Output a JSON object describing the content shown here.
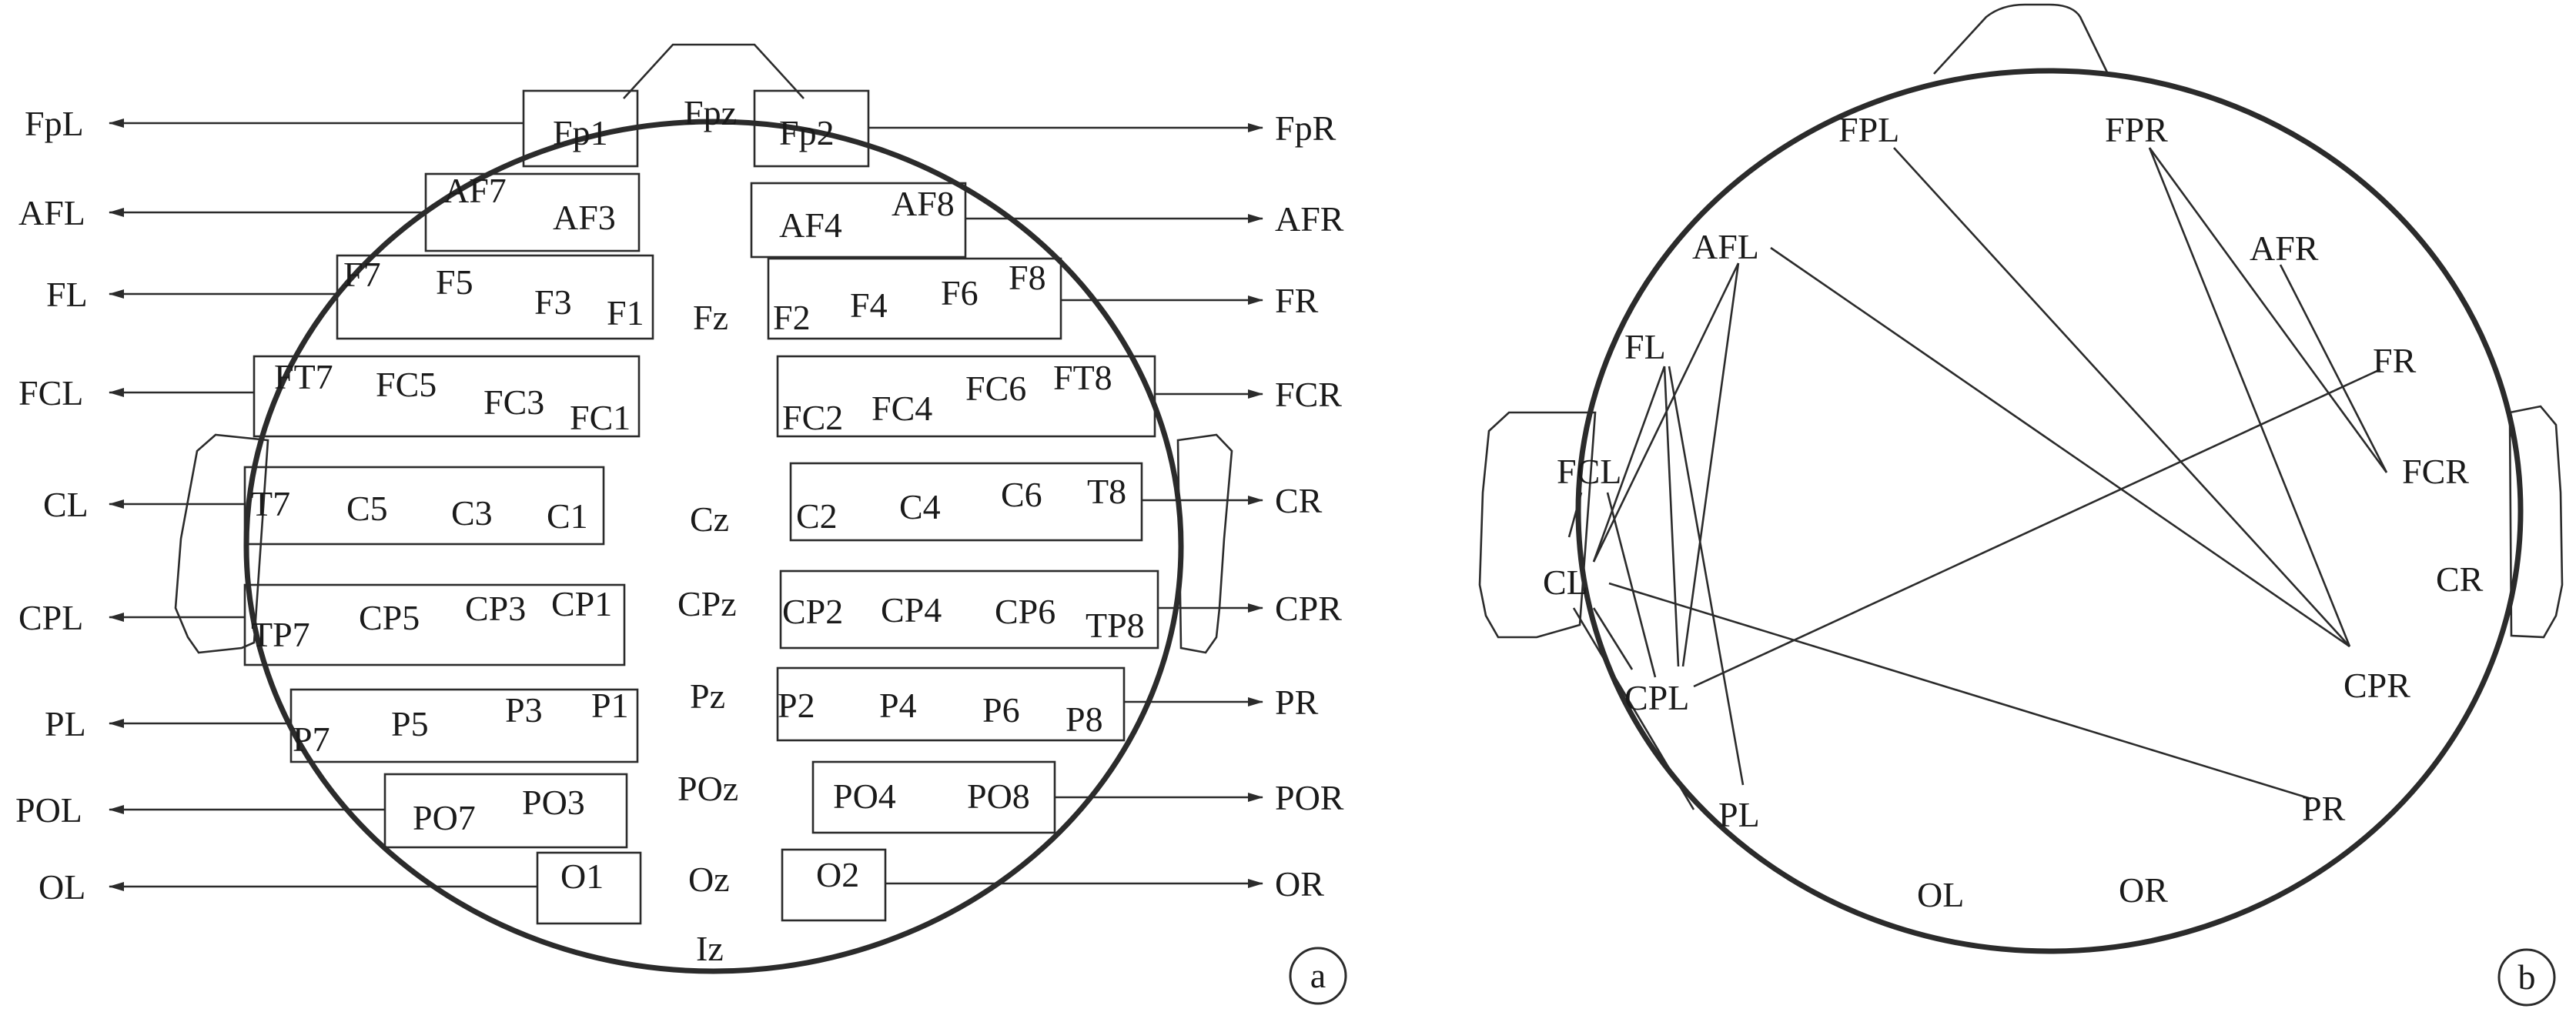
{
  "panel_a": {
    "electrodes": [
      {
        "id": "Fp1",
        "label": "Fp1"
      },
      {
        "id": "Fpz",
        "label": "Fpz"
      },
      {
        "id": "Fp2",
        "label": "Fp2"
      },
      {
        "id": "AF7",
        "label": "AF7"
      },
      {
        "id": "AF3",
        "label": "AF3"
      },
      {
        "id": "AF4",
        "label": "AF4"
      },
      {
        "id": "AF8",
        "label": "AF8"
      },
      {
        "id": "F7",
        "label": "F7"
      },
      {
        "id": "F5",
        "label": "F5"
      },
      {
        "id": "F3",
        "label": "F3"
      },
      {
        "id": "F1",
        "label": "F1"
      },
      {
        "id": "Fz",
        "label": "Fz"
      },
      {
        "id": "F2",
        "label": "F2"
      },
      {
        "id": "F4",
        "label": "F4"
      },
      {
        "id": "F6",
        "label": "F6"
      },
      {
        "id": "F8",
        "label": "F8"
      },
      {
        "id": "FT7",
        "label": "FT7"
      },
      {
        "id": "FC5",
        "label": "FC5"
      },
      {
        "id": "FC3",
        "label": "FC3"
      },
      {
        "id": "FC1",
        "label": "FC1"
      },
      {
        "id": "FC2",
        "label": "FC2"
      },
      {
        "id": "FC4",
        "label": "FC4"
      },
      {
        "id": "FC6",
        "label": "FC6"
      },
      {
        "id": "FT8",
        "label": "FT8"
      },
      {
        "id": "T7",
        "label": "T7"
      },
      {
        "id": "C5",
        "label": "C5"
      },
      {
        "id": "C3",
        "label": "C3"
      },
      {
        "id": "C1",
        "label": "C1"
      },
      {
        "id": "Cz",
        "label": "Cz"
      },
      {
        "id": "C2",
        "label": "C2"
      },
      {
        "id": "C4",
        "label": "C4"
      },
      {
        "id": "C6",
        "label": "C6"
      },
      {
        "id": "T8",
        "label": "T8"
      },
      {
        "id": "TP7",
        "label": "TP7"
      },
      {
        "id": "CP5",
        "label": "CP5"
      },
      {
        "id": "CP3",
        "label": "CP3"
      },
      {
        "id": "CP1",
        "label": "CP1"
      },
      {
        "id": "CPz",
        "label": "CPz"
      },
      {
        "id": "CP2",
        "label": "CP2"
      },
      {
        "id": "CP4",
        "label": "CP4"
      },
      {
        "id": "CP6",
        "label": "CP6"
      },
      {
        "id": "TP8",
        "label": "TP8"
      },
      {
        "id": "P7",
        "label": "P7"
      },
      {
        "id": "P5",
        "label": "P5"
      },
      {
        "id": "P3",
        "label": "P3"
      },
      {
        "id": "P1",
        "label": "P1"
      },
      {
        "id": "Pz",
        "label": "Pz"
      },
      {
        "id": "P2",
        "label": "P2"
      },
      {
        "id": "P4",
        "label": "P4"
      },
      {
        "id": "P6",
        "label": "P6"
      },
      {
        "id": "P8",
        "label": "P8"
      },
      {
        "id": "PO7",
        "label": "PO7"
      },
      {
        "id": "PO3",
        "label": "PO3"
      },
      {
        "id": "POz",
        "label": "POz"
      },
      {
        "id": "PO4",
        "label": "PO4"
      },
      {
        "id": "PO8",
        "label": "PO8"
      },
      {
        "id": "O1",
        "label": "O1"
      },
      {
        "id": "Oz",
        "label": "Oz"
      },
      {
        "id": "O2",
        "label": "O2"
      },
      {
        "id": "Iz",
        "label": "Iz"
      }
    ],
    "groups_left": [
      {
        "id": "FpL",
        "label": "FpL"
      },
      {
        "id": "AFL",
        "label": "AFL"
      },
      {
        "id": "FL",
        "label": "FL"
      },
      {
        "id": "FCL",
        "label": "FCL"
      },
      {
        "id": "CL",
        "label": "CL"
      },
      {
        "id": "CPL",
        "label": "CPL"
      },
      {
        "id": "PL",
        "label": "PL"
      },
      {
        "id": "POL",
        "label": "POL"
      },
      {
        "id": "OL",
        "label": "OL"
      }
    ],
    "groups_right": [
      {
        "id": "FpR",
        "label": "FpR"
      },
      {
        "id": "AFR",
        "label": "AFR"
      },
      {
        "id": "FR",
        "label": "FR"
      },
      {
        "id": "FCR",
        "label": "FCR"
      },
      {
        "id": "CR",
        "label": "CR"
      },
      {
        "id": "CPR",
        "label": "CPR"
      },
      {
        "id": "PR",
        "label": "PR"
      },
      {
        "id": "POR",
        "label": "POR"
      },
      {
        "id": "OR",
        "label": "OR"
      }
    ],
    "badge": "a"
  },
  "panel_b": {
    "regions": [
      {
        "id": "FPL",
        "label": "FPL"
      },
      {
        "id": "FPR",
        "label": "FPR"
      },
      {
        "id": "AFL",
        "label": "AFL"
      },
      {
        "id": "AFR",
        "label": "AFR"
      },
      {
        "id": "FL",
        "label": "FL"
      },
      {
        "id": "FR",
        "label": "FR"
      },
      {
        "id": "FCL",
        "label": "FCL"
      },
      {
        "id": "FCR",
        "label": "FCR"
      },
      {
        "id": "CL",
        "label": "CL"
      },
      {
        "id": "CR",
        "label": "CR"
      },
      {
        "id": "CPL",
        "label": "CPL"
      },
      {
        "id": "CPR",
        "label": "CPR"
      },
      {
        "id": "PL",
        "label": "PL"
      },
      {
        "id": "PR",
        "label": "PR"
      },
      {
        "id": "OL",
        "label": "OL"
      },
      {
        "id": "OR",
        "label": "OR"
      }
    ],
    "connections": [
      [
        "AFL",
        "CPR"
      ],
      [
        "AFL",
        "CL"
      ],
      [
        "AFL",
        "CPL"
      ],
      [
        "FPL",
        "CPR"
      ],
      [
        "FPR",
        "CPR"
      ],
      [
        "FPR",
        "FCR"
      ],
      [
        "AFR",
        "FCR"
      ],
      [
        "FR",
        "CPL"
      ],
      [
        "FL",
        "CL"
      ],
      [
        "FL",
        "CPL"
      ],
      [
        "FL",
        "PL"
      ],
      [
        "FCL",
        "CPL"
      ],
      [
        "FCL",
        "CL"
      ],
      [
        "CL",
        "PL"
      ],
      [
        "CL",
        "CPL"
      ],
      [
        "CL",
        "PR"
      ]
    ],
    "badge": "b"
  }
}
